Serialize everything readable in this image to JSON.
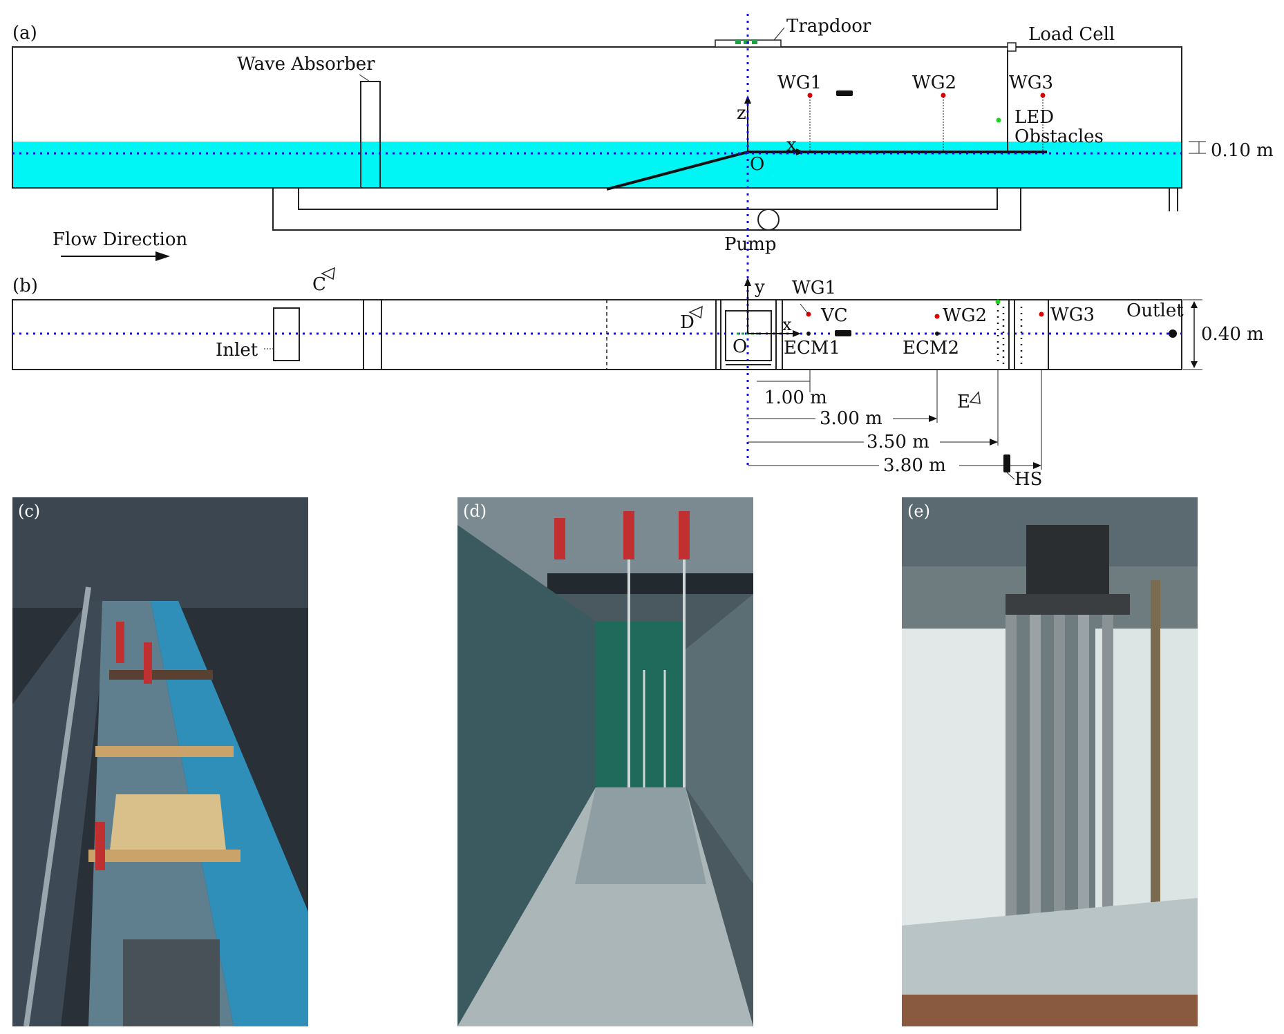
{
  "panels": {
    "a": "(a)",
    "b": "(b)",
    "c": "(c)",
    "d": "(d)",
    "e": "(e)"
  },
  "side_view": {
    "trapdoor": "Trapdoor",
    "load_cell": "Load Cell",
    "wave_absorber": "Wave Absorber",
    "wg1": "WG1",
    "wg2": "WG2",
    "wg3": "WG3",
    "led": "LED",
    "obstacles": "Obstacles",
    "z_axis": "z",
    "x_axis": "x",
    "origin": "O",
    "depth": "0.10 m",
    "pump": "Pump",
    "flow_direction": "Flow Direction"
  },
  "plan_view": {
    "cam_c": "C",
    "cam_d": "D",
    "cam_e": "E",
    "y_axis": "y",
    "x_axis": "x",
    "origin": "O",
    "wg1": "WG1",
    "vc": "VC",
    "wg2": "WG2",
    "wg3": "WG3",
    "outlet": "Outlet",
    "ecm1": "ECM1",
    "ecm2": "ECM2",
    "inlet": "Inlet",
    "width": "0.40 m",
    "hs": "HS",
    "dims": [
      "1.00 m",
      "3.00 m",
      "3.50 m",
      "3.80 m"
    ]
  },
  "colors": {
    "water": "#00f5f5",
    "axis_dots": "#1010cc",
    "gauge": "#e00000",
    "led": "#20d020",
    "trapdoor_green": "#20a040"
  }
}
